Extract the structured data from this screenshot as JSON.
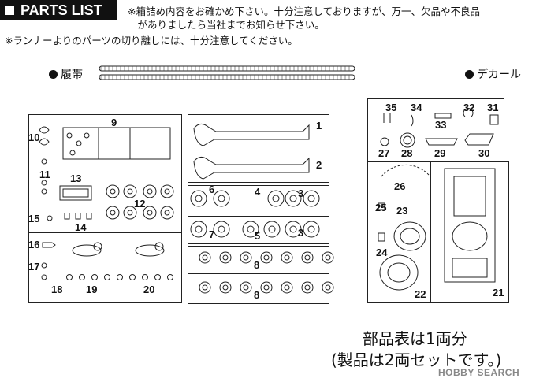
{
  "header": {
    "title": "PARTS LIST"
  },
  "notes": [
    "※箱詰め内容をお確かめ下さい。十分注意しておりますが、万一、欠品や不良品",
    "　がありましたら当社までお知らせ下さい。",
    "※ランナーよりのパーツの切り離しには、十分注意してください。"
  ],
  "labels": {
    "tracks": "履帯",
    "decal": "デカール"
  },
  "part_numbers": [
    "1",
    "2",
    "3",
    "3",
    "4",
    "5",
    "6",
    "7",
    "8",
    "8",
    "9",
    "10",
    "11",
    "12",
    "13",
    "14",
    "15",
    "16",
    "17",
    "18",
    "19",
    "20",
    "21",
    "22",
    "23",
    "24",
    "25",
    "26",
    "27",
    "28",
    "29",
    "30",
    "31",
    "32",
    "33",
    "34",
    "35"
  ],
  "footer": {
    "line1": "部品表は1両分",
    "line2": "(製品は2両セットです。)"
  },
  "watermark": {
    "text": "HOBBY SEARCH"
  }
}
